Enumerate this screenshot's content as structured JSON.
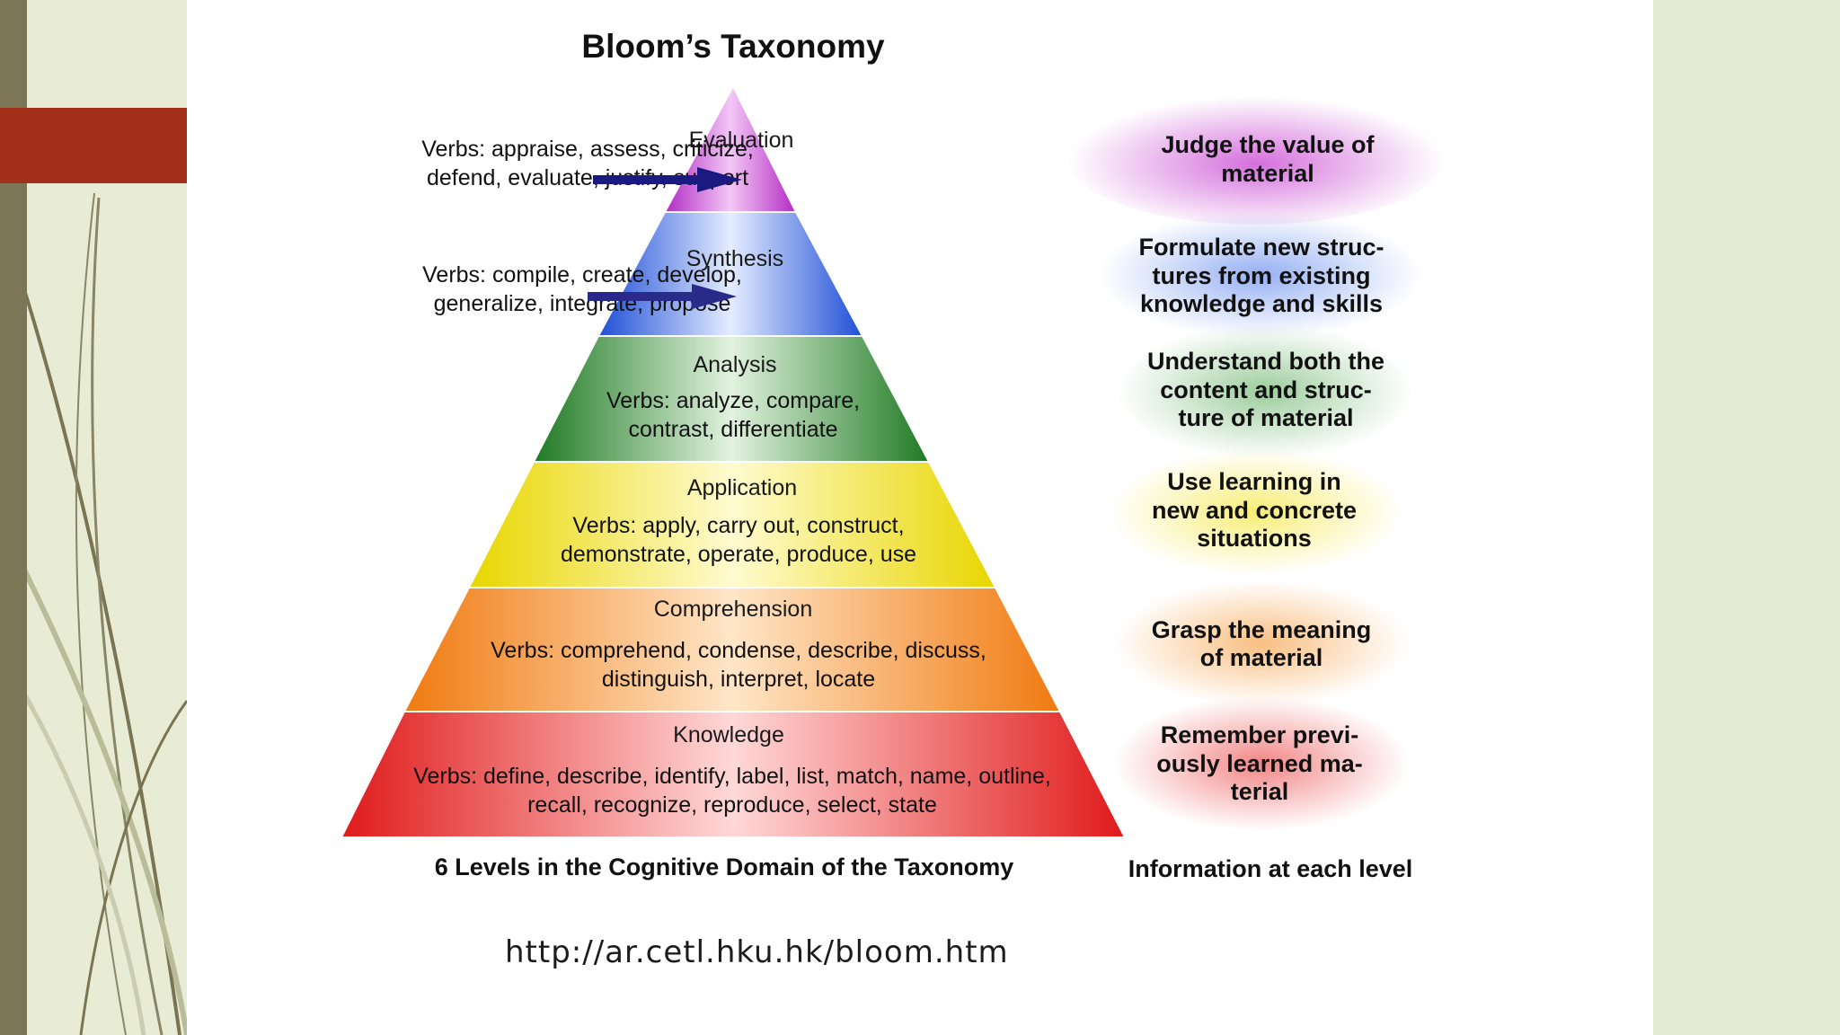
{
  "title": "Bloom’s Taxonomy",
  "levels": [
    {
      "name": "Evaluation",
      "verbs": [],
      "desc": [
        "Judge the value of",
        "material"
      ],
      "color": "#c63fd0"
    },
    {
      "name": "Synthesis",
      "verbs": [],
      "desc": [
        "Formulate new struc-",
        "tures from existing",
        "knowledge and skills"
      ],
      "color": "#2f5fe0"
    },
    {
      "name": "Analysis",
      "verbs": [
        "Verbs: analyze, compare,",
        "contrast, differentiate"
      ],
      "desc": [
        "Understand both the",
        "content and struc-",
        "ture of material"
      ],
      "color": "#2e8a2e"
    },
    {
      "name": "Application",
      "verbs": [
        "Verbs: apply, carry out, construct,",
        "demonstrate, operate, produce, use"
      ],
      "desc": [
        "Use learning in",
        "new and concrete",
        "situations"
      ],
      "color": "#f2e21a"
    },
    {
      "name": "Comprehension",
      "verbs": [
        "Verbs: comprehend, condense, describe, discuss,",
        "distinguish, interpret, locate"
      ],
      "desc": [
        "Grasp the meaning",
        "of material"
      ],
      "color": "#f58a1a"
    },
    {
      "name": "Knowledge",
      "verbs": [
        "Verbs: define, describe, identify, label, list, match, name, outline,",
        "recall, recognize, reproduce, select, state"
      ],
      "desc": [
        "Remember previ-",
        "ously learned ma-",
        "terial"
      ],
      "color": "#e82222"
    }
  ],
  "side_verbs": {
    "evaluation": [
      "Verbs: appraise, assess, criticize,",
      "defend, evaluate, justify, support"
    ],
    "synthesis": [
      "Verbs: compile, create, develop,",
      "generalize, integrate, propose"
    ]
  },
  "captions": {
    "pyramid": "6 Levels in the Cognitive Domain of the Taxonomy",
    "info": "Information at each level"
  },
  "url": "http://ar.cetl.hku.hk/bloom.htm",
  "colors": {
    "left_bar": "#7d7656",
    "red_tab": "#a3301a",
    "arrow": "#1a1a80"
  }
}
